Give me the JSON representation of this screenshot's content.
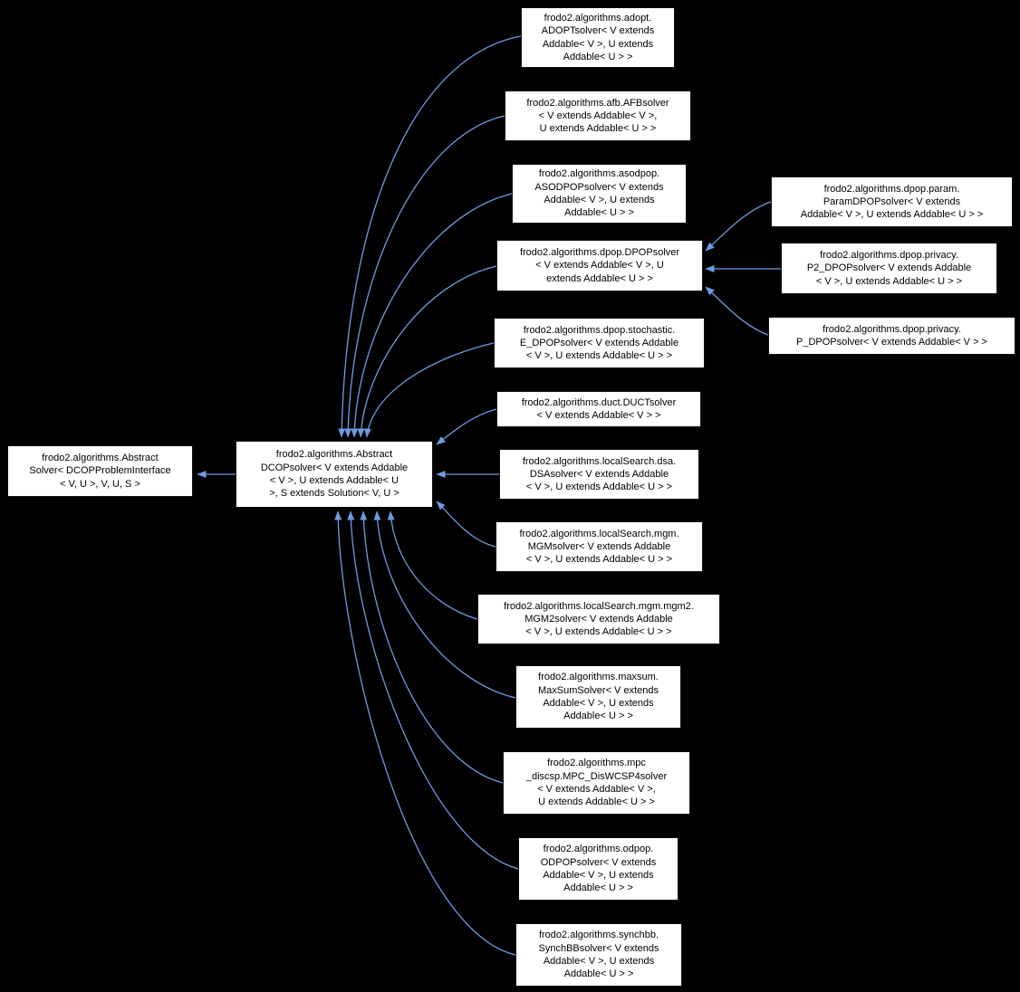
{
  "colors": {
    "background": "#000000",
    "edge": "#6d9ce4",
    "node_bg": "#ffffff",
    "node_text": "#000000"
  },
  "diagram": {
    "type": "class-inheritance-graph",
    "direction": "children point to parents (left)"
  },
  "nodes": {
    "abstract_solver": {
      "label": "frodo2.algorithms.Abstract\nSolver< DCOPProblemInterface\n< V, U >, V, U, S >"
    },
    "abstract_dcop_solver": {
      "label": "frodo2.algorithms.Abstract\nDCOPsolver< V extends Addable\n< V >, U extends Addable< U\n >, S extends Solution< V, U >"
    },
    "adopt": {
      "label": "frodo2.algorithms.adopt.\nADOPTsolver< V extends\nAddable< V >, U extends\nAddable< U > >"
    },
    "afb": {
      "label": "frodo2.algorithms.afb.AFBsolver\n< V extends Addable< V >,\nU extends Addable< U > >"
    },
    "asodpop": {
      "label": "frodo2.algorithms.asodpop.\nASODPOPsolver< V extends\nAddable< V >, U extends\nAddable< U > >"
    },
    "dpop": {
      "label": "frodo2.algorithms.dpop.DPOPsolver\n< V extends Addable< V >, U\nextends Addable< U > >"
    },
    "e_dpop": {
      "label": "frodo2.algorithms.dpop.stochastic.\nE_DPOPsolver< V extends Addable\n< V >, U extends Addable< U > >"
    },
    "duct": {
      "label": "frodo2.algorithms.duct.DUCTsolver\n< V extends Addable< V > >"
    },
    "dsa": {
      "label": "frodo2.algorithms.localSearch.dsa.\nDSAsolver< V extends Addable\n< V >, U extends Addable< U > >"
    },
    "mgm": {
      "label": "frodo2.algorithms.localSearch.mgm.\nMGMsolver< V extends Addable\n< V >, U extends Addable< U > >"
    },
    "mgm2": {
      "label": "frodo2.algorithms.localSearch.mgm.mgm2.\nMGM2solver< V extends Addable\n< V >, U extends Addable< U > >"
    },
    "maxsum": {
      "label": "frodo2.algorithms.maxsum.\nMaxSumSolver< V extends\nAddable< V >, U extends\nAddable< U > >"
    },
    "mpc": {
      "label": "frodo2.algorithms.mpc\n_discsp.MPC_DisWCSP4solver\n< V extends Addable< V >,\nU extends Addable< U > >"
    },
    "odpop": {
      "label": "frodo2.algorithms.odpop.\nODPOPsolver< V extends\nAddable< V >, U extends\nAddable< U > >"
    },
    "synchbb": {
      "label": "frodo2.algorithms.synchbb.\nSynchBBsolver< V extends\nAddable< V >, U extends\nAddable< U > >"
    },
    "param_dpop": {
      "label": "frodo2.algorithms.dpop.param.\nParamDPOPsolver< V extends\nAddable< V >, U extends Addable< U > >"
    },
    "p2_dpop": {
      "label": "frodo2.algorithms.dpop.privacy.\nP2_DPOPsolver< V extends Addable\n< V >, U extends Addable< U > >"
    },
    "p_dpop": {
      "label": "frodo2.algorithms.dpop.privacy.\nP_DPOPsolver< V extends Addable< V > >"
    }
  }
}
